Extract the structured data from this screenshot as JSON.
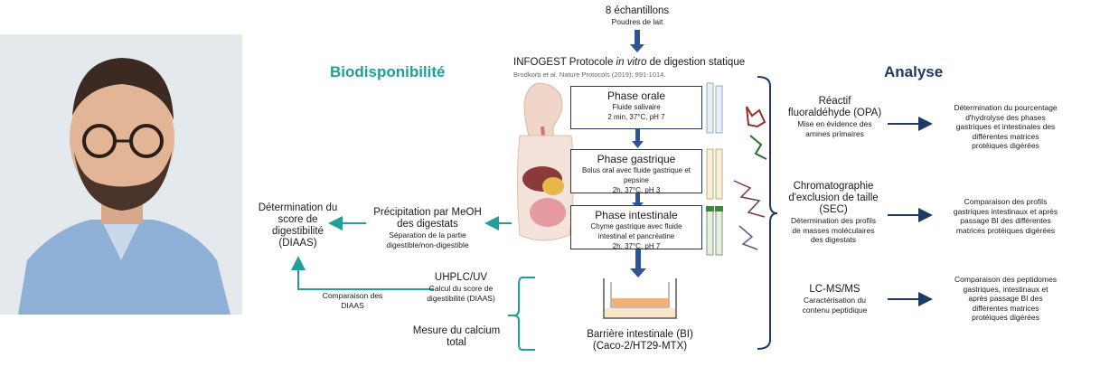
{
  "top": {
    "samples": "8 échantillons",
    "powders": "Poudres de lait"
  },
  "headings": {
    "left": "Biodisponibilité",
    "right": "Analyse"
  },
  "protocol": {
    "title_prefix": "INFOGEST Protocole ",
    "title_italic": "in vitro",
    "title_suffix": " de digestion statique",
    "reference": "Brodkorb et al. Nature Protocols (2019): 991-1014."
  },
  "phases": [
    {
      "title": "Phase orale",
      "lines": [
        "Fluide salivaire",
        "2 min, 37°C, pH 7"
      ]
    },
    {
      "title": "Phase gastrique",
      "lines": [
        "Bolus oral avec fluide gastrique et",
        "pepsine",
        "2h, 37°C, pH 3"
      ]
    },
    {
      "title": "Phase intestinale",
      "lines": [
        "Chyme gastrique avec fluide",
        "intestinal et pancréatine",
        "2h, 37°C, pH 7"
      ]
    }
  ],
  "barrier": {
    "line1": "Barrière intestinale (BI)",
    "line2": "(Caco-2/HT29-MTX)"
  },
  "left": {
    "precip_title": [
      "Précipitation  par MeOH",
      "des digestats"
    ],
    "precip_sub": [
      "Séparation de la partie",
      "digestible/non-digestible"
    ],
    "diaas": [
      "Détermination du",
      "score de",
      "digestibilité",
      "(DIAAS)"
    ],
    "uhplc_title": "UHPLC/UV",
    "uhplc_sub": [
      "Calcul du score de",
      "digestibilité (DIAAS)"
    ],
    "comparison": [
      "Comparaison des",
      "DIAAS"
    ],
    "calcium": [
      "Mesure du calcium",
      "total"
    ]
  },
  "right": {
    "methods": [
      {
        "title": [
          "Réactif",
          "fluoraldéhyde (OPA)"
        ],
        "sub": [
          "Mise en évidence des",
          "amines primaires"
        ],
        "result": [
          "Détermination du pourcentage",
          "d'hydrolyse des phases",
          "gastriques et intestinales des",
          "différentes matrices",
          "protéiques digérées"
        ]
      },
      {
        "title": [
          "Chromatographie",
          "d'exclusion de taille",
          "(SEC)"
        ],
        "sub": [
          "Détermination des profils",
          "de masses moléculaires",
          "des digestats"
        ],
        "result": [
          "Comparaison des profils",
          "gastriques intestinaux et après",
          "passage BI des différentes",
          "matrices protéiques digérées"
        ]
      },
      {
        "title": [
          "LC-MS/MS"
        ],
        "sub": [
          "Caractérisation du",
          "contenu peptidique"
        ],
        "result": [
          "Comparaison des peptidomes",
          "gastriques, intestinaux et",
          "après passage BI des",
          "différentes matrices",
          "protéiques digérées"
        ]
      }
    ]
  },
  "colors": {
    "navy": "#1f3864",
    "teal": "#1f9e9a",
    "arrow_blue": "#2f5597"
  }
}
